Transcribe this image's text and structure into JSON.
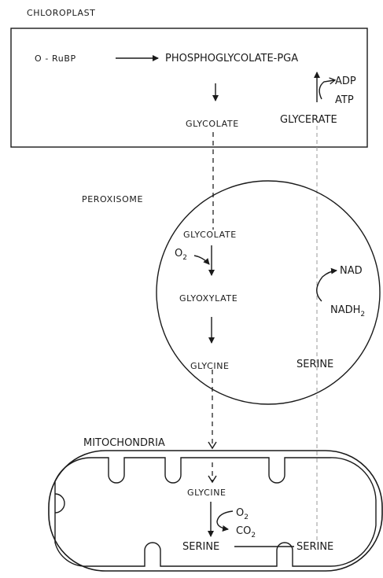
{
  "chloroplast": {
    "label": "CHLOROPLAST",
    "o_rubp": "O - RuBP",
    "phosphoglycolate_pga": "PHOSPHOGLYCOLATE-PGA",
    "glycolate": "GLYCOLATE",
    "glycerate": "GLYCERATE",
    "adp": "ADP",
    "atp": "ATP"
  },
  "peroxisome": {
    "label": "PEROXISOME",
    "glycolate": "GLYCOLATE",
    "o2": {
      "main": "O",
      "sub": "2"
    },
    "glyoxylate": "GLYOXYLATE",
    "glycine": "GLYCINE",
    "serine": "SERINE",
    "nad": "NAD",
    "nadh2": {
      "main": "NADH",
      "sub": "2"
    }
  },
  "mitochondria": {
    "label": "MITOCHONDRIA",
    "glycine": "GLYCINE",
    "o2": {
      "main": "O",
      "sub": "2"
    },
    "co2": {
      "main": "CO",
      "sub": "2"
    },
    "serine_left": "SERINE",
    "serine_right": "SERINE"
  }
}
